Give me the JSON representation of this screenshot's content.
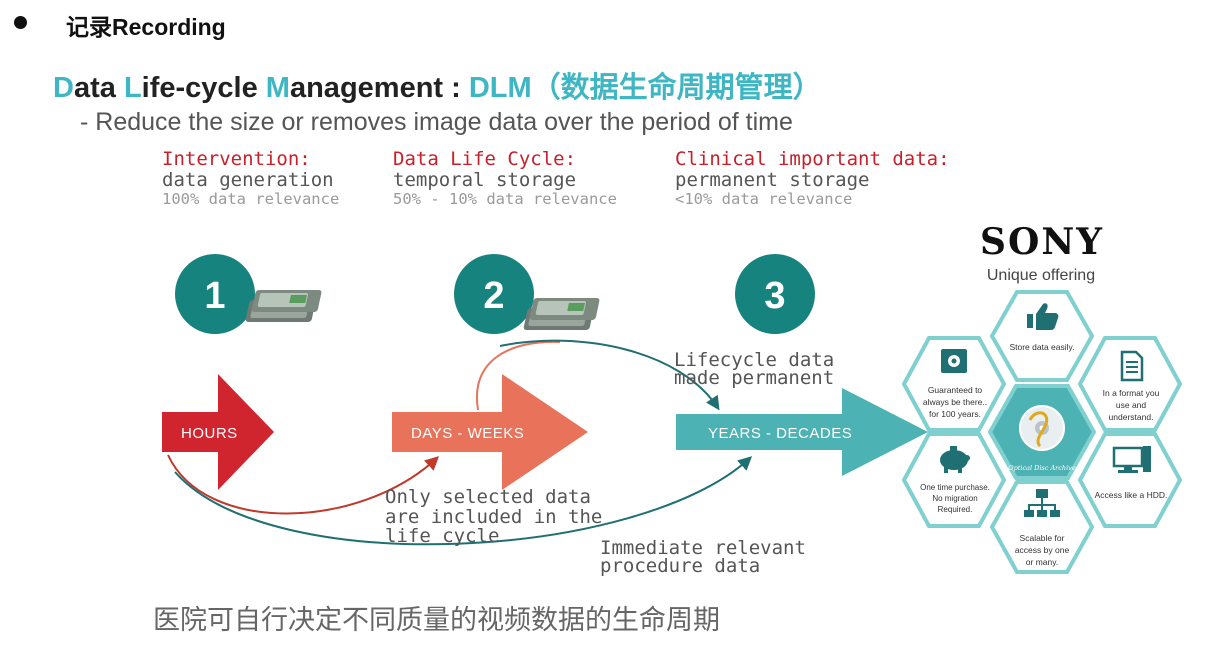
{
  "header": {
    "bullet_text": "记录Recording"
  },
  "title": {
    "d": "D",
    "ata": "ata ",
    "l": "L",
    "ife": "ife-",
    "cycle": "cycle ",
    "m": "M",
    "anagement": "anagement : ",
    "dlm": "DLM",
    "cn": "（数据生命周期管理）"
  },
  "subtitle": "- Reduce the size or removes image data over the period of time",
  "columns": [
    {
      "heading": "Intervention:",
      "sub": "data generation",
      "relevance": "100% data relevance"
    },
    {
      "heading": "Data Life Cycle:",
      "sub": "temporal storage",
      "relevance": "50% - 10% data relevance"
    },
    {
      "heading": "Clinical important data:",
      "sub": "permanent storage",
      "relevance": "<10% data relevance"
    }
  ],
  "stages": [
    {
      "number": "1",
      "label": "HOURS"
    },
    {
      "number": "2",
      "label": "DAYS - WEEKS"
    },
    {
      "number": "3",
      "label": "YEARS - DECADES"
    }
  ],
  "annotations": {
    "lifecycle": [
      "Lifecycle data",
      "made permanent"
    ],
    "selected": [
      "Only selected data",
      "are included in the",
      "life cycle"
    ],
    "immediate": [
      "Immediate relevant",
      "procedure data"
    ]
  },
  "sony": {
    "logo": "SONY",
    "tagline": "Unique offering",
    "center": "Optical Disc Archive",
    "hexes": [
      {
        "icon": "thumbs-up-icon",
        "lines": [
          "Store data easily."
        ]
      },
      {
        "icon": "document-icon",
        "lines": [
          "In a format you",
          "use and",
          "understand."
        ]
      },
      {
        "icon": "hdd-icon",
        "lines": [
          "Access like a HDD."
        ]
      },
      {
        "icon": "network-icon",
        "lines": [
          "Scalable for",
          "access by one",
          "or many."
        ]
      },
      {
        "icon": "piggy-bank-icon",
        "lines": [
          "One time purchase.",
          "No migration",
          "Required."
        ]
      },
      {
        "icon": "vault-icon",
        "lines": [
          "Guaranteed to",
          "always be there..",
          "for 100 years."
        ]
      }
    ]
  },
  "colors": {
    "red": "#d0242f",
    "salmon": "#e8735a",
    "teal": "#4db2b3",
    "circle": "#17837f",
    "hex": "#7fd0cf",
    "title_accent": "#3fb6c4"
  },
  "caption": "医院可自行决定不同质量的视频数据的生命周期"
}
